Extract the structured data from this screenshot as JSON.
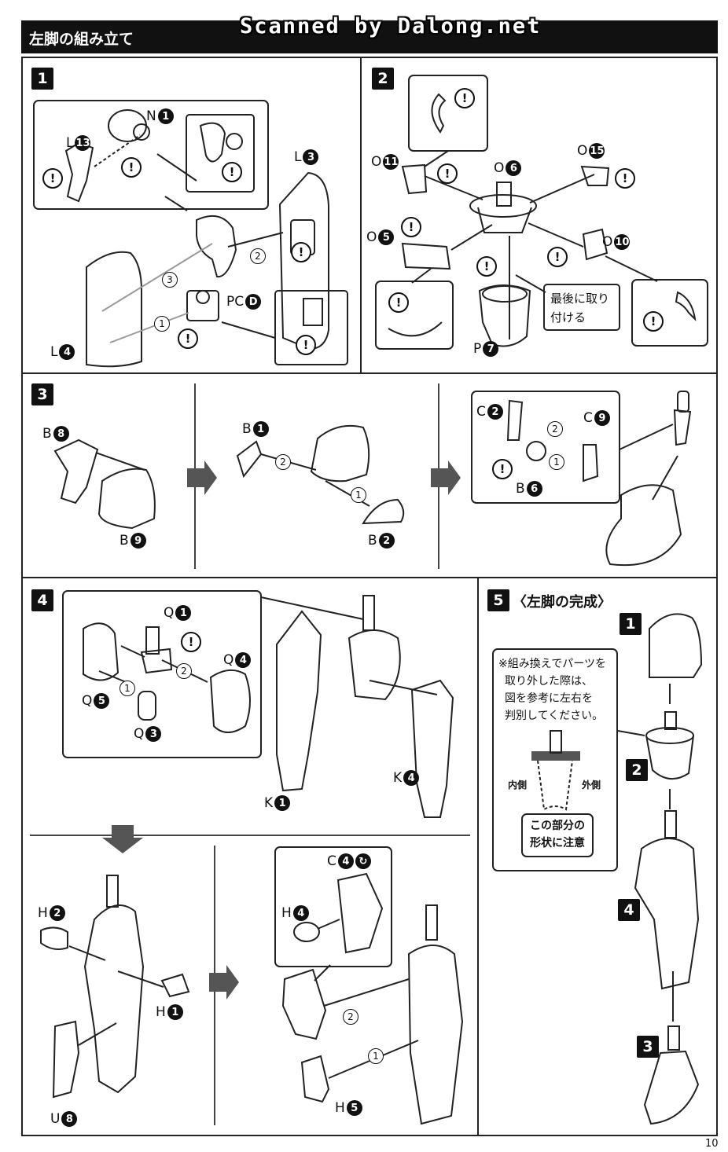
{
  "header": {
    "title": "左脚の組み立て",
    "watermark": "Scanned by Dalong.net"
  },
  "steps": {
    "s1": "1",
    "s2": "2",
    "s3": "3",
    "s4": "4",
    "s5": "5"
  },
  "step5": {
    "title": "〈左脚の完成〉",
    "note": [
      "※組み換えでパーツを",
      "取り外した際は、",
      "図を参考に左右を",
      "判別してください。"
    ],
    "inner": "内側",
    "outer": "外側",
    "caution": [
      "この部分の",
      "形状に注意"
    ],
    "order": [
      "1",
      "2",
      "4",
      "3"
    ]
  },
  "step2": {
    "last": [
      "最後に取り",
      "付ける"
    ]
  },
  "arrows": [
    "1",
    "2",
    "3"
  ],
  "parts": {
    "N1": {
      "letter": "N",
      "num": "1"
    },
    "L13": {
      "letter": "L",
      "num": "13"
    },
    "L3": {
      "letter": "L",
      "num": "3"
    },
    "PCD": {
      "letter": "PC",
      "num": "D"
    },
    "L4": {
      "letter": "L",
      "num": "4"
    },
    "O11": {
      "letter": "O",
      "num": "11"
    },
    "O6": {
      "letter": "O",
      "num": "6"
    },
    "O15": {
      "letter": "O",
      "num": "15"
    },
    "O5": {
      "letter": "O",
      "num": "5"
    },
    "O10": {
      "letter": "O",
      "num": "10"
    },
    "P7": {
      "letter": "P",
      "num": "7"
    },
    "B8": {
      "letter": "B",
      "num": "8"
    },
    "B9": {
      "letter": "B",
      "num": "9"
    },
    "B1": {
      "letter": "B",
      "num": "1"
    },
    "B2": {
      "letter": "B",
      "num": "2"
    },
    "C2": {
      "letter": "C",
      "num": "2"
    },
    "C9": {
      "letter": "C",
      "num": "9"
    },
    "B6": {
      "letter": "B",
      "num": "6"
    },
    "Q1": {
      "letter": "Q",
      "num": "1"
    },
    "Q4": {
      "letter": "Q",
      "num": "4"
    },
    "Q5": {
      "letter": "Q",
      "num": "5"
    },
    "Q3": {
      "letter": "Q",
      "num": "3"
    },
    "K4": {
      "letter": "K",
      "num": "4"
    },
    "K1": {
      "letter": "K",
      "num": "1"
    },
    "H2": {
      "letter": "H",
      "num": "2"
    },
    "H1": {
      "letter": "H",
      "num": "1"
    },
    "U8": {
      "letter": "U",
      "num": "8"
    },
    "C4": {
      "letter": "C",
      "num": "4"
    },
    "H4": {
      "letter": "H",
      "num": "4"
    },
    "H5": {
      "letter": "H",
      "num": "5"
    }
  },
  "warn_symbol": "!",
  "page": "10"
}
